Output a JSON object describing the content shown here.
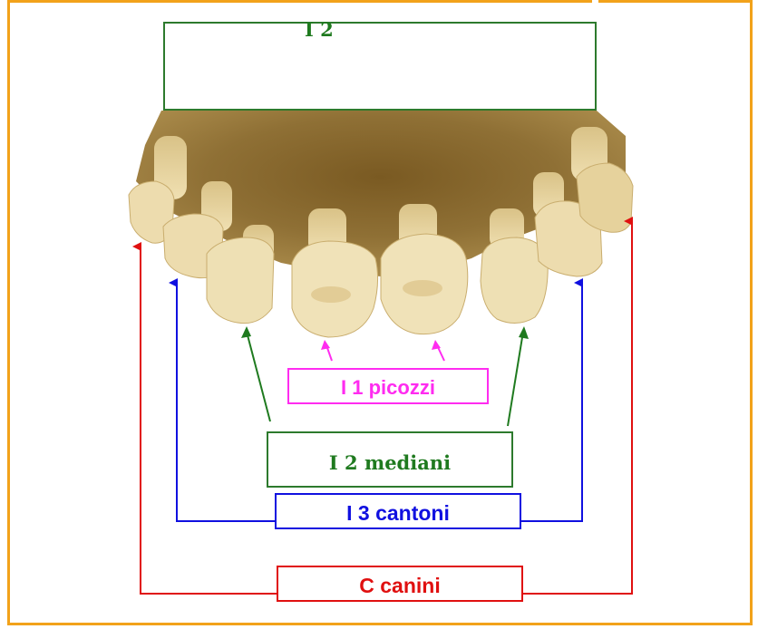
{
  "diagram": {
    "top_box_label": "I 2",
    "labels": {
      "i1": "I 1 picozzi",
      "i2": "I 2 mediani",
      "i3": "I 3 cantoni",
      "c": "C canini"
    },
    "colors": {
      "frame": "#f2a21a",
      "i1": "#ff2cf0",
      "i2": "#2d7a2d",
      "i3": "#1010e0",
      "c": "#e01010",
      "tooth": "#e9d6a2",
      "gum": "#8a6a2e"
    }
  }
}
